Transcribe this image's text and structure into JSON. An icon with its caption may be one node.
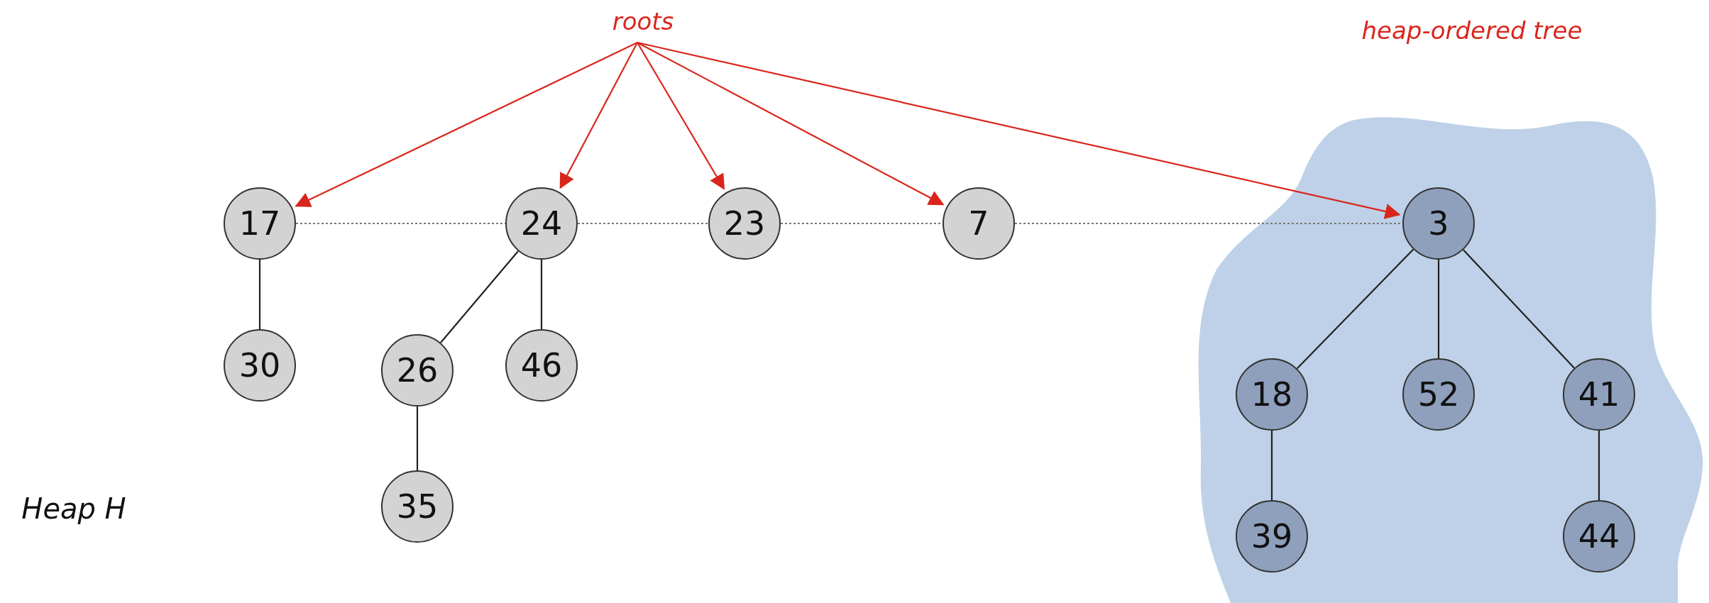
{
  "diagram": {
    "nodes": [
      {
        "text": [
          "roots"
        ]
      },
      {
        "text": [
          "17"
        ]
      },
      {
        "text": [
          "24"
        ]
      },
      {
        "text": [
          "23"
        ]
      },
      {
        "text": [
          "7"
        ]
      },
      {
        "text": [
          "heap-ordered tree"
        ]
      },
      {
        "text": [
          "3"
        ],
        "in": 5
      },
      {
        "text": [
          "30"
        ]
      },
      {
        "text": [
          "26"
        ]
      },
      {
        "text": [
          "46"
        ]
      },
      {
        "text": [
          "35"
        ]
      },
      {
        "text": [
          "18"
        ],
        "in": 5
      },
      {
        "text": [
          "52"
        ],
        "in": 5
      },
      {
        "text": [
          "41"
        ],
        "in": 5
      },
      {
        "text": [
          "39"
        ],
        "in": 5
      },
      {
        "text": [
          "44"
        ],
        "in": 5
      }
    ],
    "edges": [
      {
        "from": 0,
        "to": 1,
        "arrow": "to",
        "color": "#d9261c"
      },
      {
        "from": 0,
        "to": 2,
        "arrow": "to",
        "color": "#d9261c"
      },
      {
        "from": 0,
        "to": 3,
        "arrow": "to",
        "color": "#d9261c"
      },
      {
        "from": 0,
        "to": 4,
        "arrow": "to",
        "color": "#d9261c"
      },
      {
        "from": 0,
        "to": 6,
        "arrow": "to",
        "color": "#d9261c"
      },
      {
        "from": 1,
        "to": 2,
        "arrow": "none",
        "style": "dashed"
      },
      {
        "from": 2,
        "to": 3,
        "arrow": "none",
        "style": "dashed"
      },
      {
        "from": 3,
        "to": 4,
        "arrow": "none",
        "style": "dashed"
      },
      {
        "from": 4,
        "to": 6,
        "arrow": "none",
        "style": "dashed"
      },
      {
        "from": 1,
        "to": 7,
        "arrow": "none"
      },
      {
        "from": 2,
        "to": 8,
        "arrow": "none"
      },
      {
        "from": 2,
        "to": 9,
        "arrow": "none"
      },
      {
        "from": 8,
        "to": 10,
        "arrow": "none"
      },
      {
        "from": 6,
        "to": 11,
        "arrow": "none"
      },
      {
        "from": 6,
        "to": 12,
        "arrow": "none"
      },
      {
        "from": 6,
        "to": 13,
        "arrow": "none"
      },
      {
        "from": 11,
        "to": 14,
        "arrow": "none"
      },
      {
        "from": 13,
        "to": 15,
        "arrow": "none"
      }
    ],
    "labels": [
      "Heap H"
    ]
  }
}
